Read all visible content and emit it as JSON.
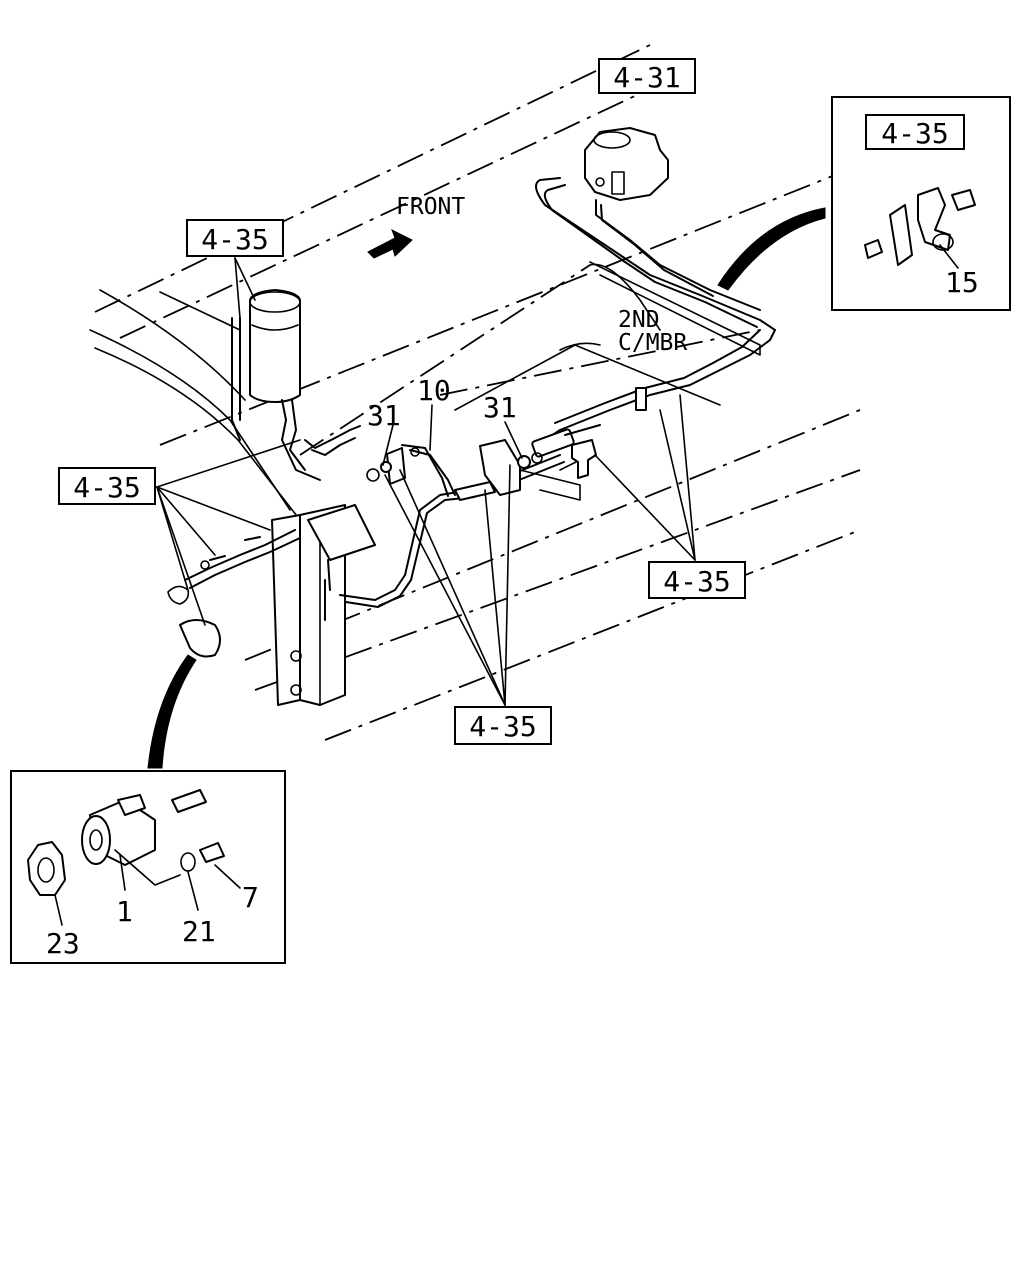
{
  "callouts": {
    "c431_top": "4-31",
    "c435_inset": "4-35",
    "c435_tank": "4-35",
    "c435_left": "4-35",
    "c435_right": "4-35",
    "c435_bottom": "4-35"
  },
  "labels": {
    "front": "FRONT",
    "member_line1": "2ND",
    "member_line2": "C/MBR",
    "part_10": "10",
    "part_31_left": "31",
    "part_31_right": "31",
    "part_15": "15",
    "part_1": "1",
    "part_7": "7",
    "part_21": "21",
    "part_23": "23"
  }
}
